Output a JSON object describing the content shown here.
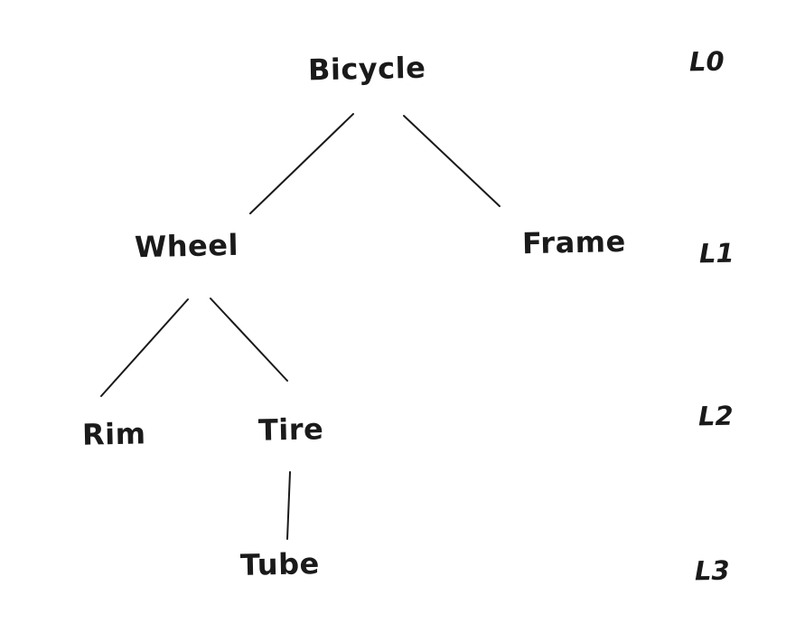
{
  "diagram": {
    "type": "tree",
    "background": "#ffffff",
    "ink_color": "#1a1a1a",
    "nodes": [
      {
        "id": "bicycle",
        "label": "Bicycle",
        "level": 0
      },
      {
        "id": "wheel",
        "label": "Wheel",
        "level": 1
      },
      {
        "id": "frame",
        "label": "Frame",
        "level": 1
      },
      {
        "id": "rim",
        "label": "Rim",
        "level": 2
      },
      {
        "id": "tire",
        "label": "Tire",
        "level": 2
      },
      {
        "id": "tube",
        "label": "Tube",
        "level": 3
      }
    ],
    "edges": [
      {
        "from": "Bicycle",
        "to": "Wheel"
      },
      {
        "from": "Bicycle",
        "to": "Frame"
      },
      {
        "from": "Wheel",
        "to": "Rim"
      },
      {
        "from": "Wheel",
        "to": "Tire"
      },
      {
        "from": "Tire",
        "to": "Tube"
      }
    ],
    "level_labels": [
      {
        "label": "L0"
      },
      {
        "label": "L1"
      },
      {
        "label": "L2"
      },
      {
        "label": "L3"
      }
    ]
  }
}
